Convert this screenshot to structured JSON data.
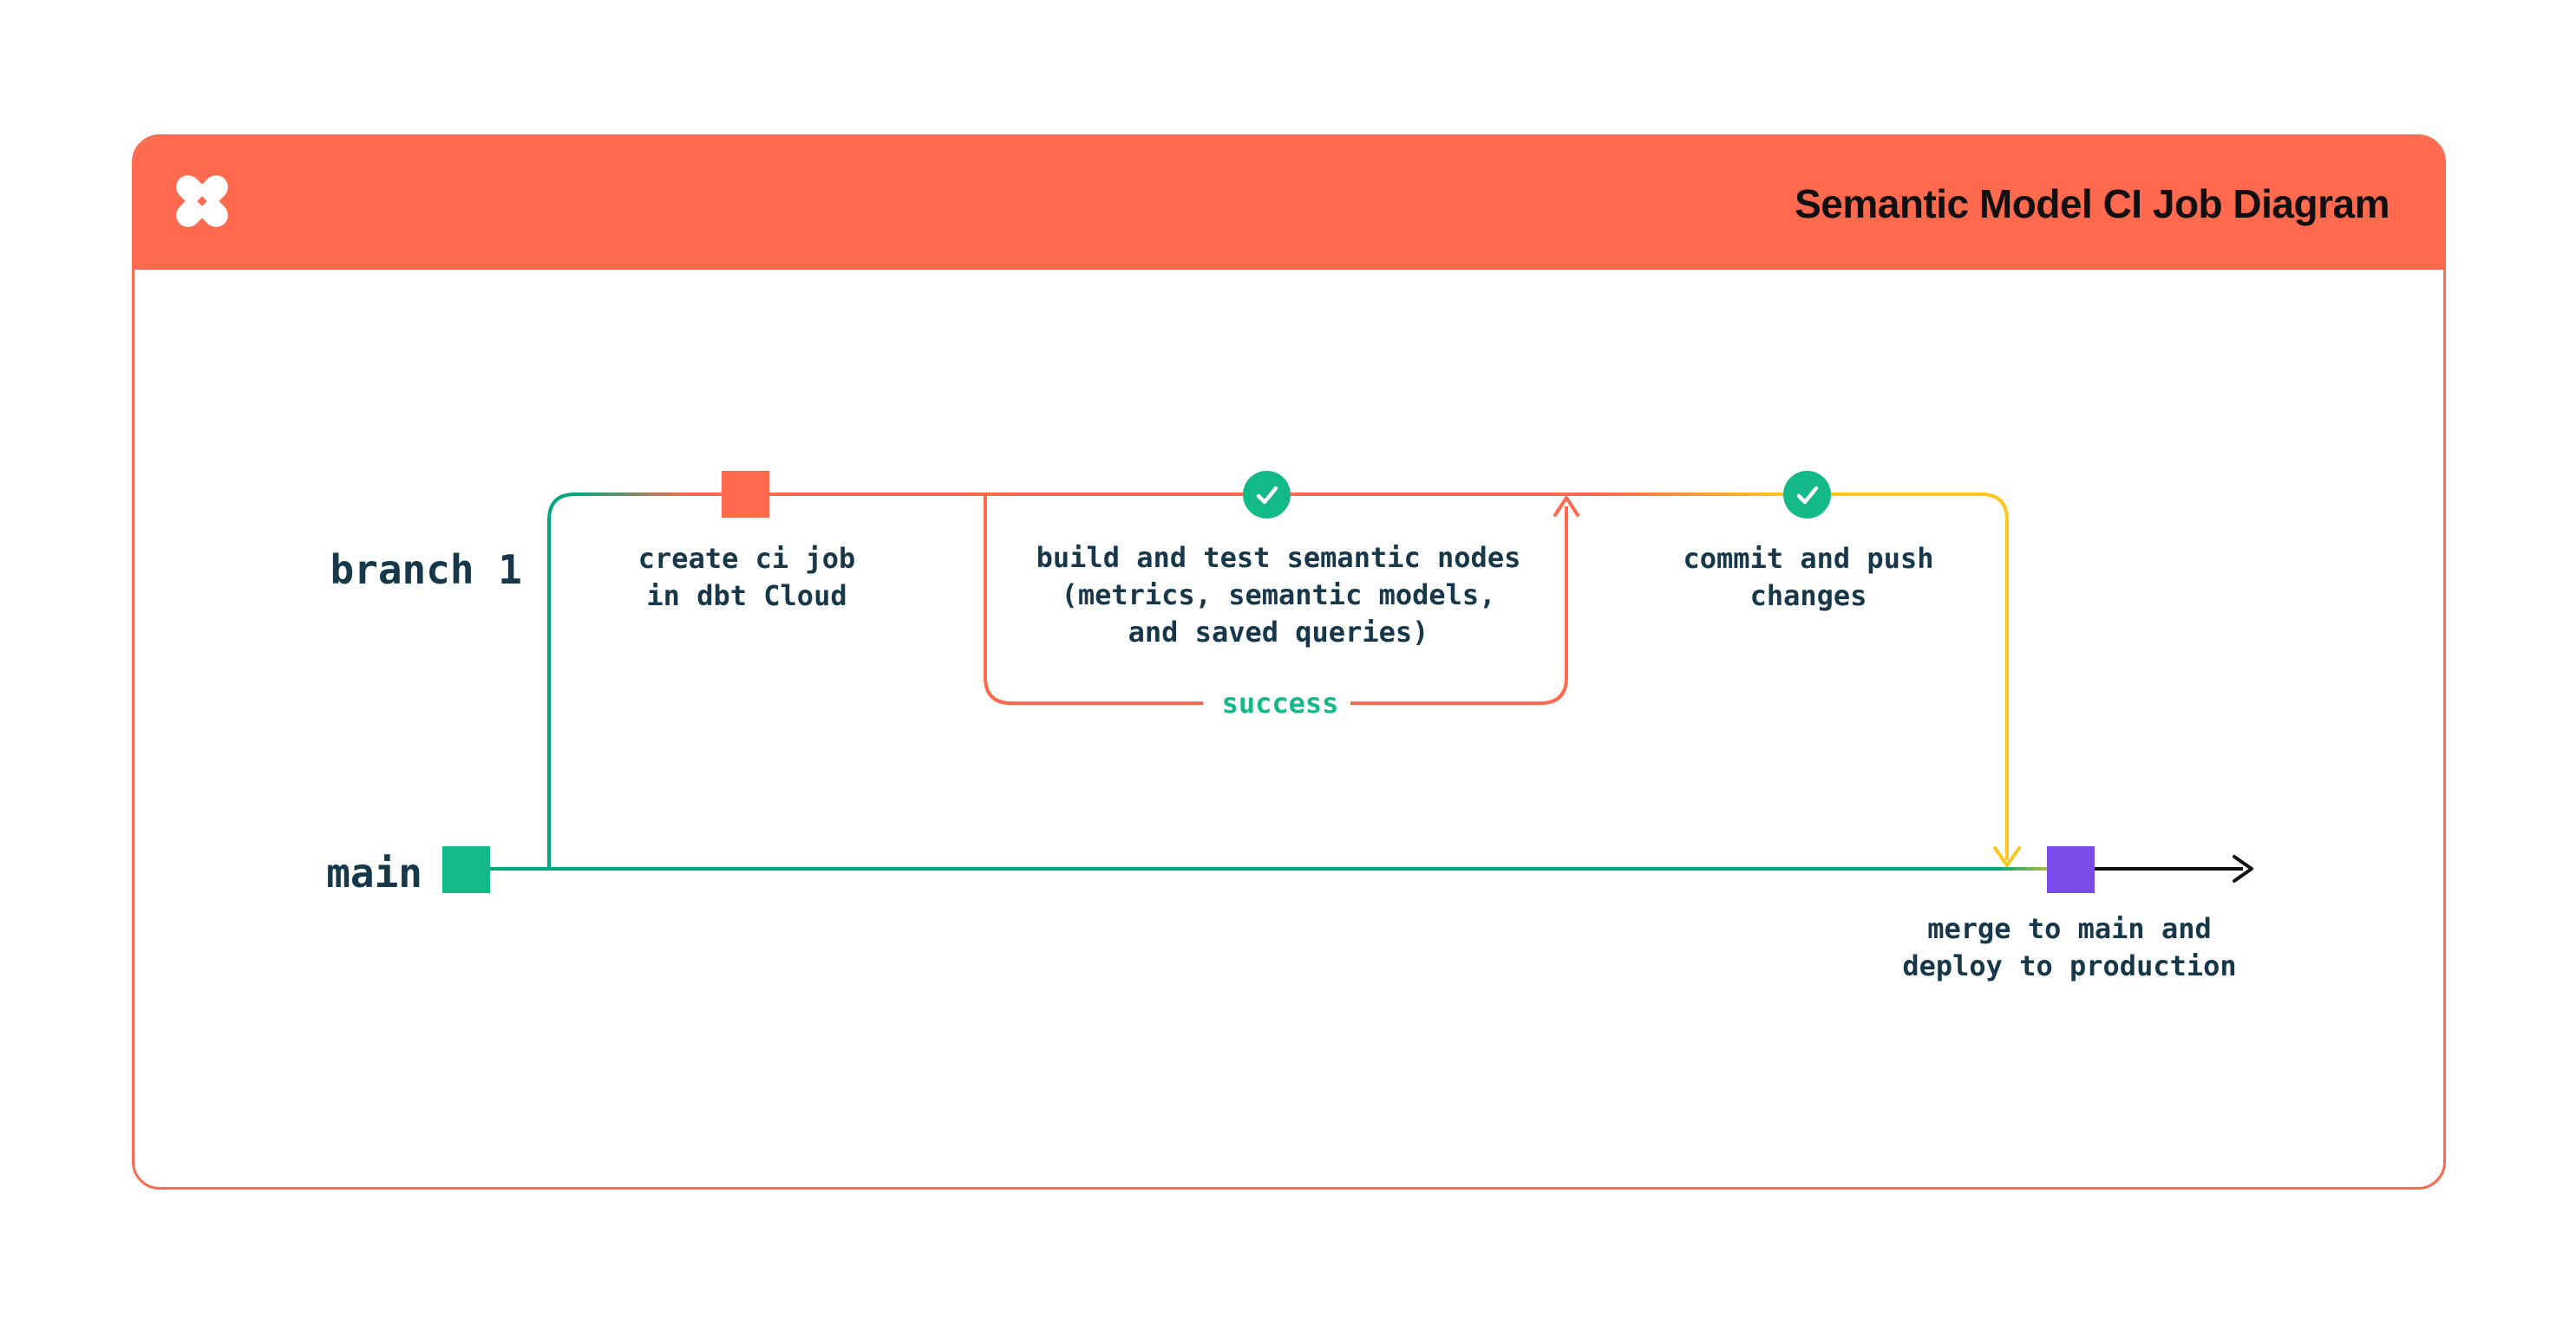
{
  "header": {
    "title": "Semantic Model CI Job Diagram",
    "logo_icon": "dbt-logo"
  },
  "diagram": {
    "lanes": {
      "branch": "branch 1",
      "main": "main"
    },
    "nodes": {
      "create_ci": "create ci job\nin dbt Cloud",
      "build_test": "build and test semantic nodes\n(metrics, semantic models,\nand saved queries)",
      "success": "success",
      "commit_push": "commit and push\nchanges",
      "merge_deploy": "merge to main and\ndeploy to production"
    }
  },
  "colors": {
    "header_orange": "#FF694E",
    "line_orange": "#FF694E",
    "line_green": "#00A87D",
    "node_green": "#14B98A",
    "line_yellow": "#FFC61E",
    "merge_purple": "#7A4BE8",
    "text_dark": "#17384A",
    "title_black": "#101010",
    "card_background": "#FFFFFF"
  }
}
